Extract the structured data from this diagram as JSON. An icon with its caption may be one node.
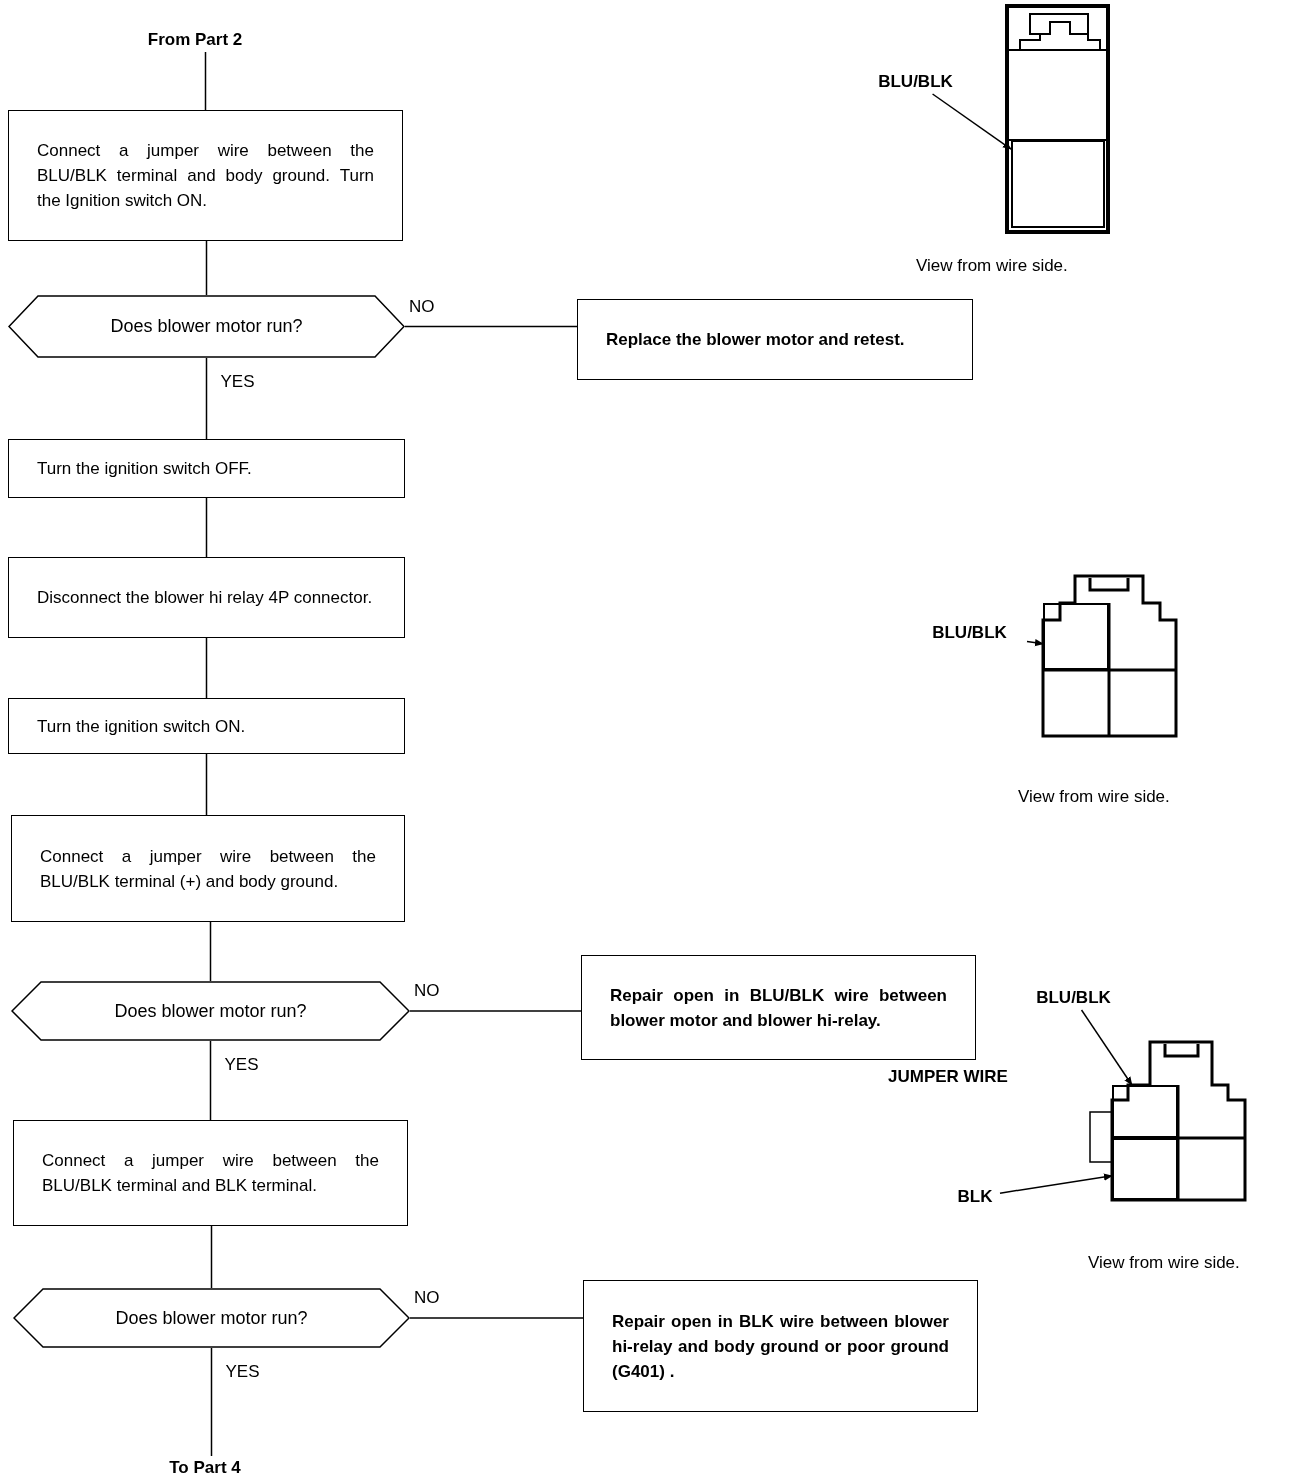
{
  "diagram": {
    "nodes": [
      {
        "text": [
          "From Part 2"
        ]
      },
      {
        "text": [
          "Connect a jumper wire between the BLU/BLK terminal and body ground. Turn the Ignition switch ON."
        ]
      },
      {
        "text": [
          "Does blower motor run?"
        ]
      },
      {
        "text": [
          "Replace the blower motor and retest."
        ]
      },
      {
        "text": [
          "Turn the ignition switch OFF."
        ]
      },
      {
        "text": [
          "Disconnect the blower hi relay 4P connector."
        ]
      },
      {
        "text": [
          "Turn the ignition switch ON."
        ]
      },
      {
        "text": [
          "Connect a jumper wire between the BLU/BLK terminal (+) and body ground."
        ]
      },
      {
        "text": [
          "Does blower motor run?"
        ]
      },
      {
        "text": [
          "Repair open in BLU/BLK wire between blower motor and blower hi-relay."
        ]
      },
      {
        "text": [
          "Connect a jumper wire between the BLU/BLK terminal and BLK terminal."
        ]
      },
      {
        "text": [
          "Does blower motor run?"
        ]
      },
      {
        "text": [
          "Repair open in BLK wire between blower hi-relay and body ground or poor ground (G401) ."
        ]
      },
      {
        "text": [
          "To Part 4"
        ]
      },
      {
        "text": [
          "BLU/BLK"
        ]
      },
      {
        "text": [],
        "shape": "box"
      },
      {
        "text": [
          "BLU/BLK"
        ]
      },
      {
        "text": [],
        "shape": "box"
      },
      {
        "text": [
          "BLU/BLK"
        ]
      },
      {
        "text": [],
        "shape": "box"
      },
      {
        "text": [
          "BLK"
        ]
      },
      {
        "text": [],
        "shape": "box"
      }
    ],
    "edges": [
      {
        "from": 0,
        "to": 1,
        "arrow": "none"
      },
      {
        "from": 1,
        "to": 2,
        "arrow": "none"
      },
      {
        "from": 2,
        "to": 3,
        "arrow": "none",
        "label": "NO"
      },
      {
        "from": 2,
        "to": 4,
        "arrow": "none",
        "label": "YES"
      },
      {
        "from": 4,
        "to": 5,
        "arrow": "none"
      },
      {
        "from": 5,
        "to": 6,
        "arrow": "none"
      },
      {
        "from": 6,
        "to": 7,
        "arrow": "none"
      },
      {
        "from": 7,
        "to": 8,
        "arrow": "none"
      },
      {
        "from": 8,
        "to": 9,
        "arrow": "none",
        "label": "NO"
      },
      {
        "from": 8,
        "to": 10,
        "arrow": "none",
        "label": "YES"
      },
      {
        "from": 10,
        "to": 11,
        "arrow": "none"
      },
      {
        "from": 11,
        "to": 12,
        "arrow": "none",
        "label": "NO"
      },
      {
        "from": 11,
        "to": 13,
        "arrow": "none",
        "label": "YES"
      },
      {
        "from": 14,
        "to": 15,
        "arrow": "to"
      },
      {
        "from": 16,
        "to": 17,
        "arrow": "to"
      },
      {
        "from": 18,
        "to": 19,
        "arrow": "to"
      },
      {
        "from": 20,
        "to": 21,
        "arrow": "to"
      },
      {
        "from": 19,
        "to": 21,
        "arrow": "none"
      }
    ],
    "labels": [
      "View from wire side.",
      "View from wire side.",
      "JUMPER WIRE",
      "View from wire side."
    ]
  }
}
